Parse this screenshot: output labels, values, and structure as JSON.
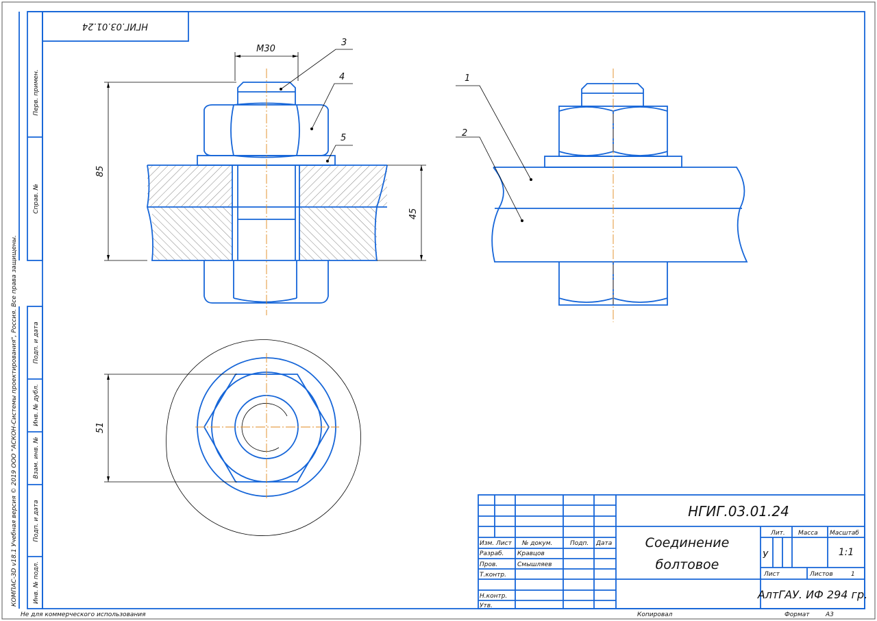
{
  "sheet": {
    "stamp_mirrored": "НГИГ.03.01.24",
    "left_strip": [
      "Перв. примен.",
      "Справ. №",
      "Подп. и дата",
      "Инв. № дубл.",
      "Взам. инв. №",
      "Подп. и дата",
      "Инв. № подл."
    ],
    "copyright": "КОМПАС-3D v18.1 Учебная версия © 2019 ООО \"АСКОН-Системы проектирования\", Россия. Все права защищены.",
    "bottom_left": "Не для коммерческого использования",
    "copied": "Копировал",
    "format_label": "Формат",
    "format_value": "А3"
  },
  "drawing": {
    "dimensions": {
      "thread": "М30",
      "height": "85",
      "thickness": "45",
      "across_corners": "51"
    },
    "callouts": [
      "1",
      "2",
      "3",
      "4",
      "5"
    ]
  },
  "title_block": {
    "designation": "НГИГ.03.01.24",
    "name_line1": "Соединение",
    "name_line2": "болтовое",
    "headers": [
      "Изм.",
      "Лист",
      "№ докум.",
      "Подп.",
      "Дата"
    ],
    "roles": [
      "Разраб.",
      "Пров.",
      "Т.контр.",
      "",
      "Н.контр.",
      "Утв."
    ],
    "people": [
      "Кравцов",
      "Смышляев"
    ],
    "lit_label": "Лит.",
    "mass_label": "Масса",
    "scale_label": "Масштаб",
    "lit_value": "У",
    "scale_value": "1:1",
    "sheet_label": "Лист",
    "sheets_label": "Листов",
    "sheets_value": "1",
    "organization": "АлтГАУ. ИФ 294 гр."
  }
}
